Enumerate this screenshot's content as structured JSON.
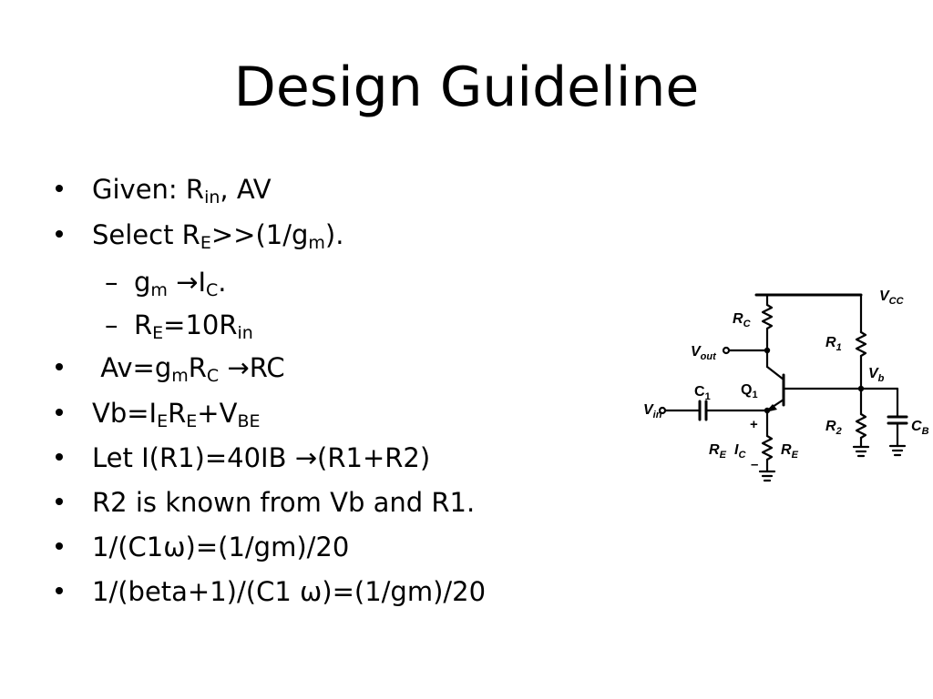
{
  "slide": {
    "title": "Design Guideline"
  },
  "bullets": [
    {
      "level": 1,
      "parts": [
        {
          "t": "Given: R"
        },
        {
          "s": "in"
        },
        {
          "t": ", AV"
        }
      ]
    },
    {
      "level": 1,
      "parts": [
        {
          "t": "Select R"
        },
        {
          "s": "E"
        },
        {
          "t": ">>(1/g"
        },
        {
          "s": "m"
        },
        {
          "t": ")."
        }
      ]
    },
    {
      "level": 2,
      "parts": [
        {
          "t": "g"
        },
        {
          "s": "m"
        },
        {
          "t": " →I"
        },
        {
          "s": "C"
        },
        {
          "t": "."
        }
      ]
    },
    {
      "level": 2,
      "parts": [
        {
          "t": "R"
        },
        {
          "s": "E"
        },
        {
          "t": "=10R"
        },
        {
          "s": "in"
        }
      ]
    },
    {
      "level": 1,
      "parts": [
        {
          "t": " Av=g"
        },
        {
          "s": "m"
        },
        {
          "t": "R"
        },
        {
          "s": "C"
        },
        {
          "t": " →RC"
        }
      ]
    },
    {
      "level": 1,
      "parts": [
        {
          "t": "Vb=I"
        },
        {
          "s": "E"
        },
        {
          "t": "R"
        },
        {
          "s": "E"
        },
        {
          "t": "+V"
        },
        {
          "s": "BE"
        }
      ]
    },
    {
      "level": 1,
      "parts": [
        {
          "t": "Let I(R1)=40IB →(R1+R2)"
        }
      ]
    },
    {
      "level": 1,
      "parts": [
        {
          "t": "R2 is known from Vb and R1."
        }
      ]
    },
    {
      "level": 1,
      "parts": [
        {
          "t": "1/(C1ω)=(1/gm)/20"
        }
      ]
    },
    {
      "level": 1,
      "parts": [
        {
          "t": "1/(beta+1)/(C1 ω)=(1/gm)/20"
        }
      ]
    }
  ],
  "circuit": {
    "vcc": {
      "main": "V",
      "sub": "CC"
    },
    "rc": {
      "main": "R",
      "sub": "C"
    },
    "r1": {
      "main": "R",
      "sub": "1"
    },
    "vout": {
      "main": "V",
      "sub": "out"
    },
    "vb": {
      "main": "V",
      "sub": "b"
    },
    "q1": {
      "main": "Q",
      "sub": "1"
    },
    "c1": {
      "main": "C",
      "sub": "1"
    },
    "vin": {
      "main": "V",
      "sub": "in"
    },
    "r2": {
      "main": "R",
      "sub": "2"
    },
    "cb": {
      "main": "C",
      "sub": "B"
    },
    "plus": "+",
    "minus": "–",
    "re_left": {
      "main": "R",
      "sub": "E"
    },
    "ic": {
      "main": "I",
      "sub": "C"
    },
    "re_right": {
      "main": "R",
      "sub": "E"
    }
  }
}
